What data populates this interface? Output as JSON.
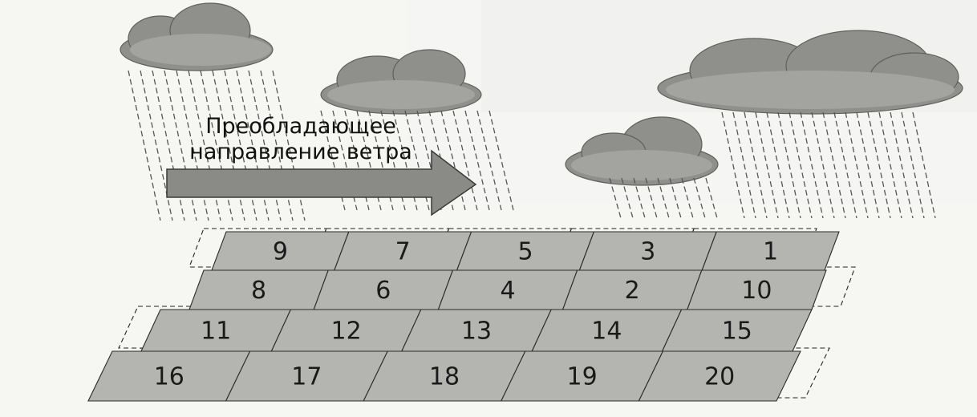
{
  "wind": {
    "line1": "Преобладающее",
    "line2": "направление ветра"
  },
  "plots": [
    {
      "number": "9"
    },
    {
      "number": "7"
    },
    {
      "number": "5"
    },
    {
      "number": "3"
    },
    {
      "number": "1"
    },
    {
      "number": "8"
    },
    {
      "number": "6"
    },
    {
      "number": "4"
    },
    {
      "number": "2"
    },
    {
      "number": "10"
    },
    {
      "number": "11"
    },
    {
      "number": "12"
    },
    {
      "number": "13"
    },
    {
      "number": "14"
    },
    {
      "number": "15"
    },
    {
      "number": "16"
    },
    {
      "number": "17"
    },
    {
      "number": "18"
    },
    {
      "number": "19"
    },
    {
      "number": "20"
    }
  ]
}
